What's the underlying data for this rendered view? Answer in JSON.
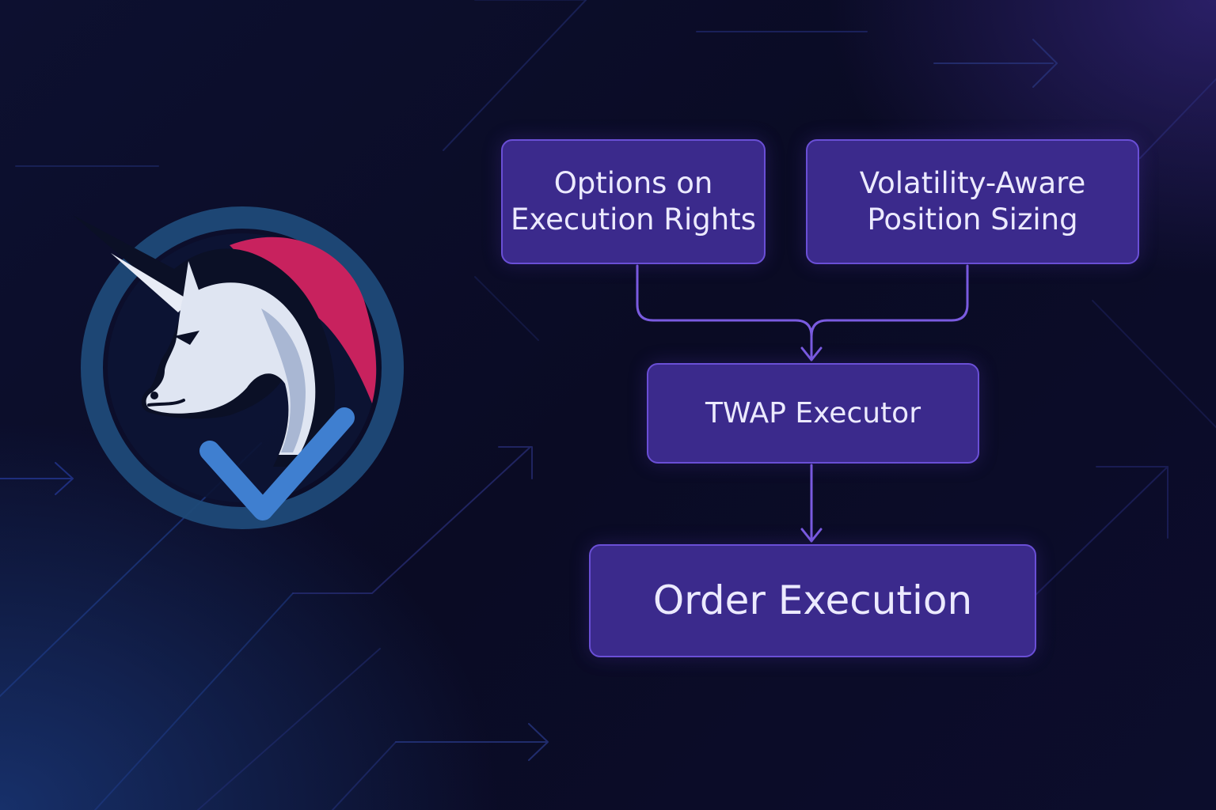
{
  "diagram": {
    "nodes": {
      "options": {
        "line1": "Options on",
        "line2": "Execution Rights"
      },
      "volatility": {
        "line1": "Volatility-Aware",
        "line2": "Position Sizing"
      },
      "twap": {
        "label": "TWAP Executor"
      },
      "order": {
        "label": "Order Execution"
      }
    },
    "edges": [
      {
        "from": "options",
        "to": "twap"
      },
      {
        "from": "volatility",
        "to": "twap"
      },
      {
        "from": "twap",
        "to": "order"
      }
    ]
  },
  "logo": {
    "icon": "unicorn-checkmark-icon"
  },
  "colors": {
    "node_fill": "#3b2a8c",
    "node_border": "#6a4fd6",
    "connector": "#7a5be0",
    "mane": "#c8225e",
    "check": "#3f7fd0",
    "ring": "#1f4a78"
  }
}
